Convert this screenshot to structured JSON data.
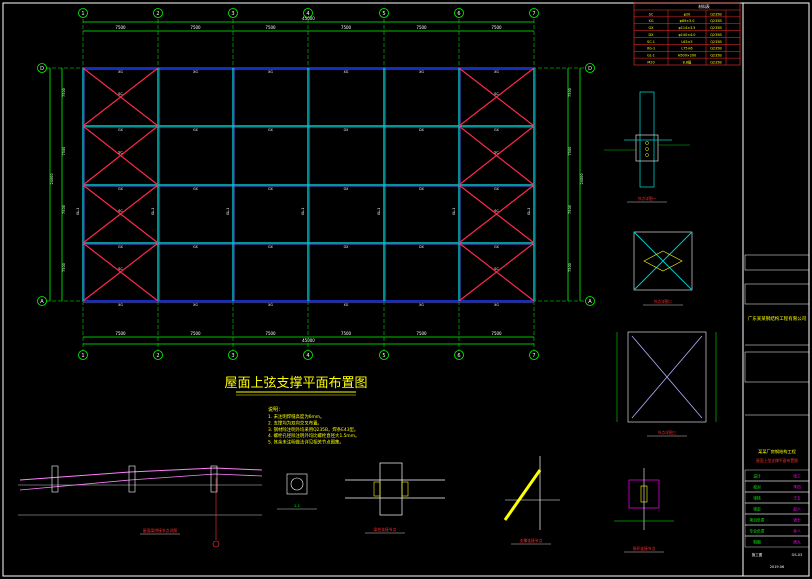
{
  "drawing": {
    "title": "屋面上弦支撑平面布置图",
    "notes_heading": "说明：",
    "notes": [
      "1. 未注明焊缝高度为6mm。",
      "2. 支撑均为双向交叉布置。",
      "3. 钢材除注明外均采用Q235B，焊条E43型。",
      "4. 螺栓孔径除注明外均比螺栓直径大1.5mm。",
      "5. 其余未注明做法详见相关节点图集。"
    ],
    "grid_columns": [
      "1",
      "2",
      "3",
      "4",
      "5",
      "6",
      "7"
    ],
    "grid_rows": [
      "D",
      "A"
    ],
    "bay_dimensions": [
      "7500",
      "7500",
      "7500",
      "7500",
      "7500",
      "7500"
    ],
    "total_length": "45000",
    "total_width": "24000",
    "member_labels": {
      "bracing": "SC",
      "tie": "XG",
      "strut": "GX",
      "edge": "DX",
      "rafter": "GL-1"
    }
  },
  "material_table": {
    "title": "材料表",
    "rows": [
      [
        "SC",
        "φ20",
        "Q235B"
      ],
      [
        "XG",
        "φ89×3.0",
        "Q235B"
      ],
      [
        "GX",
        "φ114×3.5",
        "Q235B"
      ],
      [
        "DX",
        "φ140×4.0",
        "Q235B"
      ],
      [
        "SC-1",
        "L63×5",
        "Q235B"
      ],
      [
        "XG-1",
        "L75×6",
        "Q235B"
      ],
      [
        "GL-1",
        "H500×200",
        "Q235B"
      ],
      [
        "M20",
        "8.8级",
        "Q235B"
      ]
    ]
  },
  "detail_titles": [
    "节点详图一",
    "节点详图二",
    "节点详图三",
    "屋面梁拼接节点详图",
    "1-1",
    "梁柱连接节点",
    "支撑连接节点",
    "系杆连接节点"
  ],
  "title_block": {
    "company": "广东某某钢结构工程有限公司",
    "project": "某某厂房钢结构工程",
    "drawing_name": "屋面上弦支撑平面布置图",
    "sign_roles": [
      "设计",
      "校对",
      "审核",
      "审定",
      "项目负责",
      "专业负责",
      "制图"
    ],
    "sign_names": [
      "张三",
      "李四",
      "王五",
      "赵六",
      "钱七",
      "孙八",
      "周九"
    ],
    "stage": "施工图",
    "sheet_no": "GS-03",
    "date": "2019.06"
  },
  "colors": {
    "background": "#000000",
    "grid_line": "#00c8c8",
    "beam": "#1a3cff",
    "bracing": "#ff2a4a",
    "dimension": "#00ff00",
    "text_yellow": "#ffff00",
    "frame": "#ffffff",
    "red_label": "#ff3030",
    "magenta": "#ff00ff"
  }
}
